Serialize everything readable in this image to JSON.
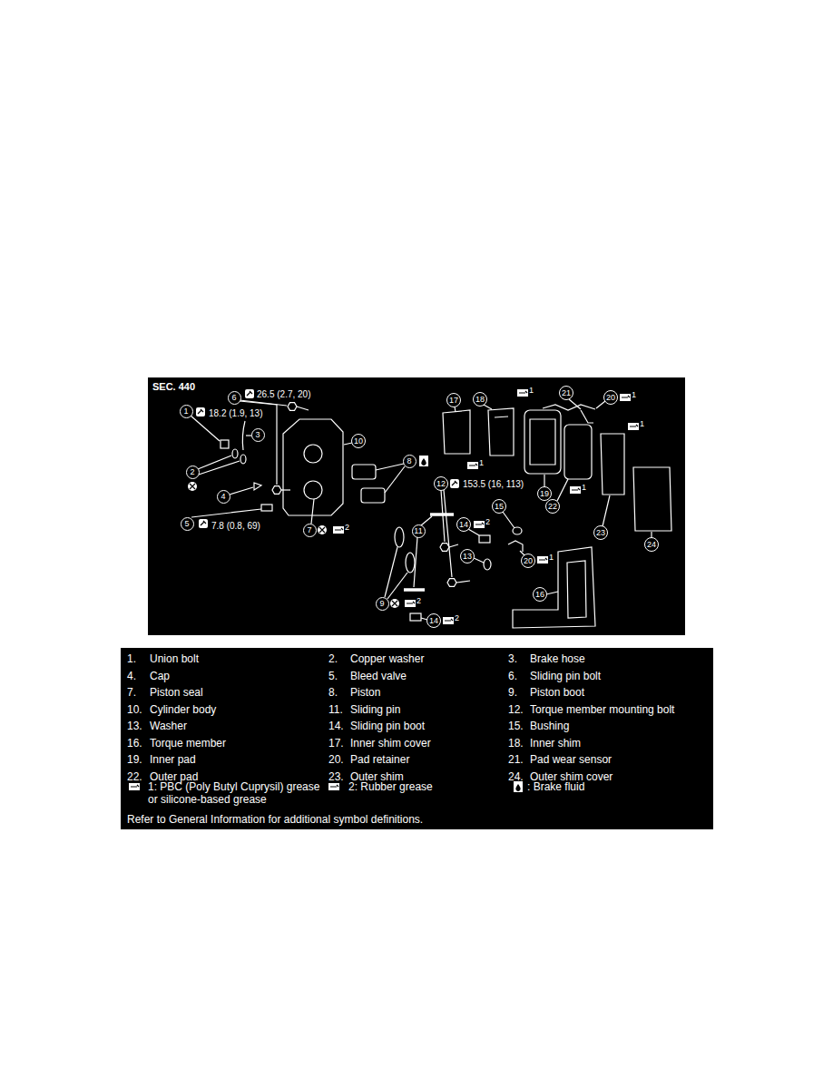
{
  "diagram": {
    "nodes": [
      {
        "text": [
          "SEC. 440"
        ]
      },
      {
        "text": [
          "1"
        ],
        "in": 0
      },
      {
        "text": [
          "2"
        ],
        "in": 0
      },
      {
        "text": [
          "3"
        ],
        "in": 0
      },
      {
        "text": [
          "4"
        ],
        "in": 0
      },
      {
        "text": [
          "5"
        ],
        "in": 0
      },
      {
        "text": [
          "6"
        ],
        "in": 0
      },
      {
        "text": [
          "7"
        ],
        "in": 0
      },
      {
        "text": [
          "8"
        ],
        "in": 0
      },
      {
        "text": [
          "9"
        ],
        "in": 0
      },
      {
        "text": [
          "10"
        ],
        "in": 0
      },
      {
        "text": [
          "11"
        ],
        "in": 0
      },
      {
        "text": [
          "12"
        ],
        "in": 0
      },
      {
        "text": [
          "13"
        ],
        "in": 0
      },
      {
        "text": [
          "14"
        ],
        "in": 0
      },
      {
        "text": [
          "14"
        ],
        "in": 0
      },
      {
        "text": [
          "15"
        ],
        "in": 0
      },
      {
        "text": [
          "16"
        ],
        "in": 0
      },
      {
        "text": [
          "17"
        ],
        "in": 0
      },
      {
        "text": [
          "18"
        ],
        "in": 0
      },
      {
        "text": [
          "19"
        ],
        "in": 0
      },
      {
        "text": [
          "20"
        ],
        "in": 0
      },
      {
        "text": [
          "20"
        ],
        "in": 0
      },
      {
        "text": [
          "21"
        ],
        "in": 0
      },
      {
        "text": [
          "22"
        ],
        "in": 0
      },
      {
        "text": [
          "23"
        ],
        "in": 0
      },
      {
        "text": [
          "24"
        ],
        "in": 0
      },
      {
        "text": [
          "1.",
          "Union bolt",
          "2.",
          "Copper washer",
          "3.",
          "Brake hose",
          "4.",
          "Cap",
          "5.",
          "Bleed valve",
          "6.",
          "Sliding pin bolt",
          "7.",
          "Piston seal",
          "8.",
          "Piston",
          "9.",
          "Piston boot",
          "10.",
          "Cylinder body",
          "11.",
          "Sliding pin",
          "12.",
          "Torque member mounting bolt",
          "13.",
          "Washer",
          "14.",
          "Sliding pin boot",
          "15.",
          "Bushing",
          "16.",
          "Torque member",
          "17.",
          "Inner shim cover",
          "18.",
          "Inner shim",
          "19.",
          "Inner pad",
          "20.",
          "Pad retainer",
          "21.",
          "Pad wear sensor",
          "22.",
          "Outer pad",
          "23.",
          "Outer shim",
          "24.",
          "Outer shim cover"
        ]
      }
    ],
    "labels": [
      "18.2 (1.9, 13)",
      "26.5 (2.7, 20)",
      "7.8 (0.8, 69)",
      "153.5 (16, 113)",
      "1",
      "1",
      "1",
      "1",
      "1",
      "1",
      "2",
      "2",
      "2",
      "2",
      "Refer to General Information for additional symbol definitions."
    ],
    "legend": [
      {
        "text": "1: PBC (Poly Butyl Cuprysil) grease or silicone-based grease"
      },
      {
        "text": "2: Rubber grease"
      },
      {
        "text": ": Brake fluid"
      }
    ]
  }
}
